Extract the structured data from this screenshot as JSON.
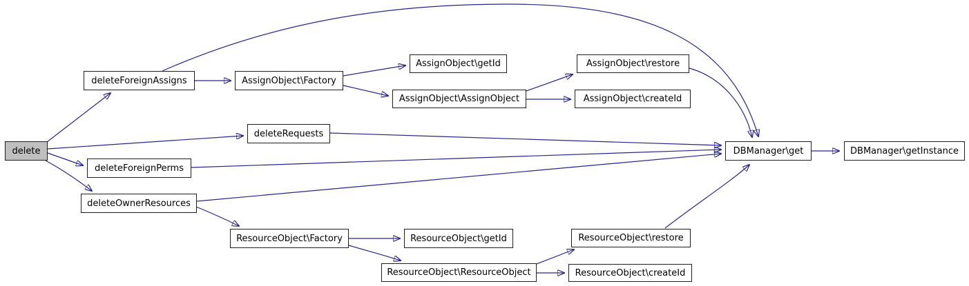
{
  "graph": {
    "kind": "call-graph",
    "colors": {
      "edge": "#24248c",
      "node_border": "#1d1d1d",
      "node_fill": "#ffffff",
      "root_node_fill": "#bfbfbf",
      "background": "#ffffff",
      "text": "#000000"
    },
    "nodes": {
      "delete": {
        "label": "delete",
        "root": true
      },
      "deleteForeignAssigns": {
        "label": "deleteForeignAssigns"
      },
      "assignFactory": {
        "label": "AssignObject\\Factory"
      },
      "assignGetId": {
        "label": "AssignObject\\getId"
      },
      "assignCtor": {
        "label": "AssignObject\\AssignObject"
      },
      "assignRestore": {
        "label": "AssignObject\\restore"
      },
      "assignCreateId": {
        "label": "AssignObject\\createId"
      },
      "deleteRequests": {
        "label": "deleteRequests"
      },
      "deleteForeignPerms": {
        "label": "deleteForeignPerms"
      },
      "deleteOwnerResources": {
        "label": "deleteOwnerResources"
      },
      "resourceFactory": {
        "label": "ResourceObject\\Factory"
      },
      "resourceGetId": {
        "label": "ResourceObject\\getId"
      },
      "resourceCtor": {
        "label": "ResourceObject\\ResourceObject"
      },
      "resourceRestore": {
        "label": "ResourceObject\\restore"
      },
      "resourceCreateId": {
        "label": "ResourceObject\\createId"
      },
      "dbGet": {
        "label": "DBManager\\get"
      },
      "dbGetInstance": {
        "label": "DBManager\\getInstance"
      }
    },
    "edges": [
      {
        "from": "delete",
        "to": "deleteForeignAssigns"
      },
      {
        "from": "delete",
        "to": "deleteRequests"
      },
      {
        "from": "delete",
        "to": "deleteForeignPerms"
      },
      {
        "from": "delete",
        "to": "deleteOwnerResources"
      },
      {
        "from": "deleteForeignAssigns",
        "to": "assignFactory"
      },
      {
        "from": "deleteForeignAssigns",
        "to": "dbGet"
      },
      {
        "from": "assignFactory",
        "to": "assignGetId"
      },
      {
        "from": "assignFactory",
        "to": "assignCtor"
      },
      {
        "from": "assignCtor",
        "to": "assignRestore"
      },
      {
        "from": "assignCtor",
        "to": "assignCreateId"
      },
      {
        "from": "assignRestore",
        "to": "dbGet"
      },
      {
        "from": "deleteRequests",
        "to": "dbGet"
      },
      {
        "from": "deleteForeignPerms",
        "to": "dbGet"
      },
      {
        "from": "deleteOwnerResources",
        "to": "dbGet"
      },
      {
        "from": "deleteOwnerResources",
        "to": "resourceFactory"
      },
      {
        "from": "resourceFactory",
        "to": "resourceGetId"
      },
      {
        "from": "resourceFactory",
        "to": "resourceCtor"
      },
      {
        "from": "resourceCtor",
        "to": "resourceRestore"
      },
      {
        "from": "resourceCtor",
        "to": "resourceCreateId"
      },
      {
        "from": "resourceRestore",
        "to": "dbGet"
      },
      {
        "from": "dbGet",
        "to": "dbGetInstance"
      }
    ]
  }
}
